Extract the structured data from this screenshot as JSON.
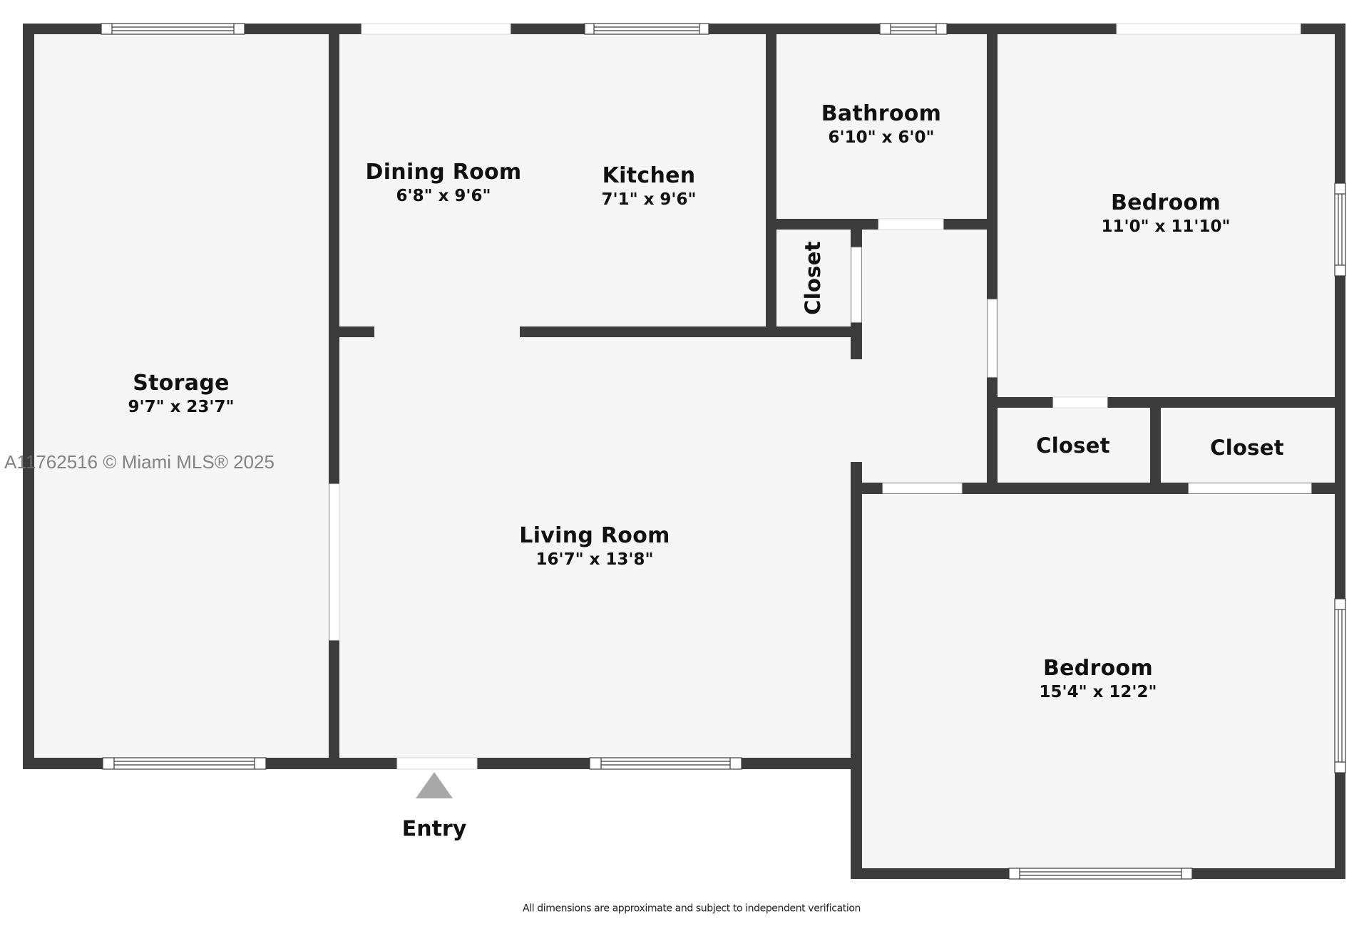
{
  "floorplan": {
    "colors": {
      "wall": "#3c3c3c",
      "floor": "#f5f5f5",
      "background": "#ffffff",
      "opening": "#ffffff",
      "entry_marker": "#a8a8a8"
    },
    "rooms": [
      {
        "id": "storage",
        "name": "Storage",
        "dimensions": "9'7\" x 23'7\""
      },
      {
        "id": "dining",
        "name": "Dining Room",
        "dimensions": "6'8\" x 9'6\""
      },
      {
        "id": "kitchen",
        "name": "Kitchen",
        "dimensions": "7'1\" x 9'6\""
      },
      {
        "id": "bathroom",
        "name": "Bathroom",
        "dimensions": "6'10\" x 6'0\""
      },
      {
        "id": "bedroom1",
        "name": "Bedroom",
        "dimensions": "11'0\" x 11'10\""
      },
      {
        "id": "closet_hall",
        "name": "Closet",
        "dimensions": ""
      },
      {
        "id": "closet_left",
        "name": "Closet",
        "dimensions": ""
      },
      {
        "id": "closet_right",
        "name": "Closet",
        "dimensions": ""
      },
      {
        "id": "living",
        "name": "Living Room",
        "dimensions": "16'7\" x 13'8\""
      },
      {
        "id": "bedroom2",
        "name": "Bedroom",
        "dimensions": "15'4\" x 12'2\""
      }
    ],
    "entry_label": "Entry",
    "watermark": "A11762516 © Miami MLS® 2025",
    "disclaimer": "All dimensions are approximate and subject to independent verification"
  }
}
